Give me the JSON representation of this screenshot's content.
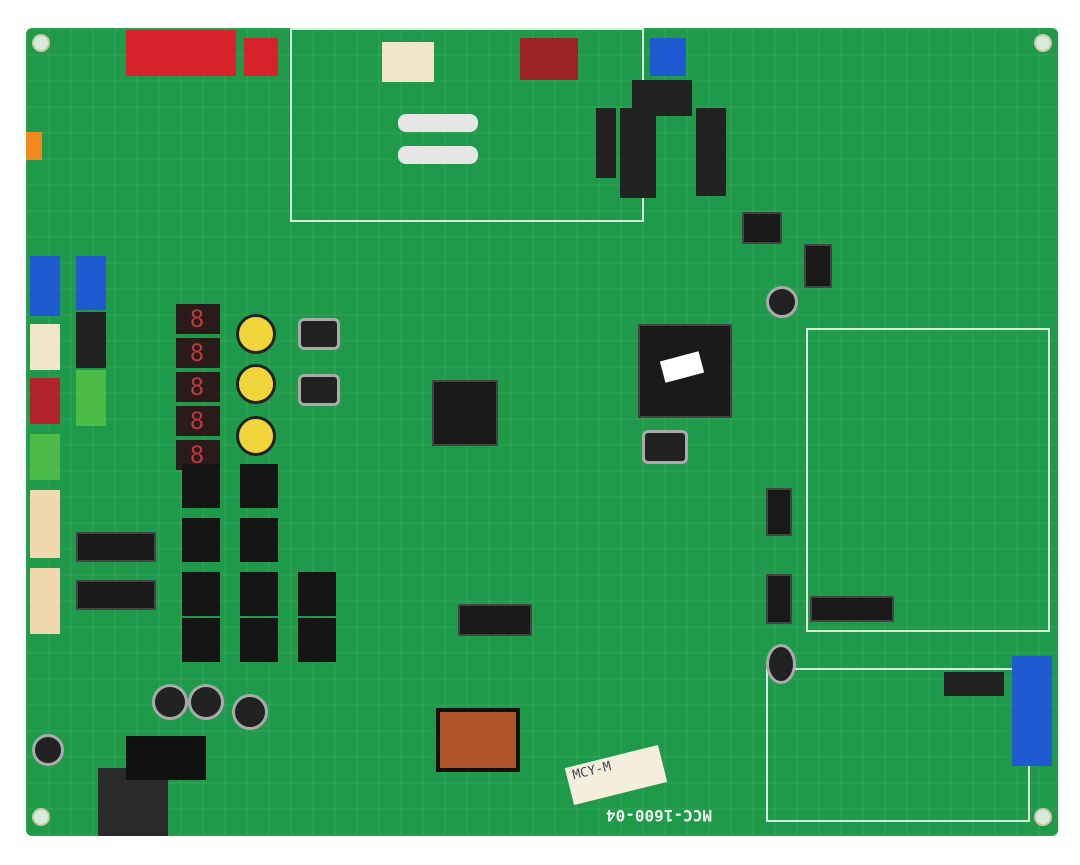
{
  "board": {
    "model_marking": "MCC-1600-04",
    "sticker_label": "MCY-M",
    "colors": {
      "pcb": "#1f9a4a",
      "display": "#b63b3b",
      "knob": "#f0d63a",
      "connector_red": "#d8222b",
      "connector_blue": "#1e5bd0"
    },
    "display_digits": [
      "8",
      "8",
      "8",
      "8",
      "8"
    ]
  }
}
